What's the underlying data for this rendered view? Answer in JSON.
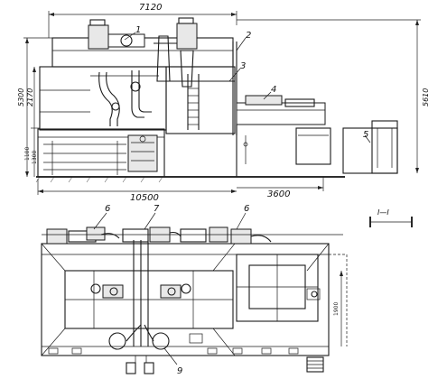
{
  "dimensions": {
    "top_width": "7120",
    "overall_length": "10500",
    "side_length": "3600",
    "total_height": "5300",
    "right_height": "5610",
    "mid_height": "2170",
    "low_height_a": "1100",
    "low_height_b": "1300",
    "plan_side": "1900"
  },
  "callouts": {
    "c1": "1",
    "c2": "2",
    "c3": "3",
    "c4": "4",
    "c5": "5",
    "c6a": "6",
    "c6b": "6",
    "c7": "7",
    "c9": "9"
  },
  "section_mark": "I—I"
}
